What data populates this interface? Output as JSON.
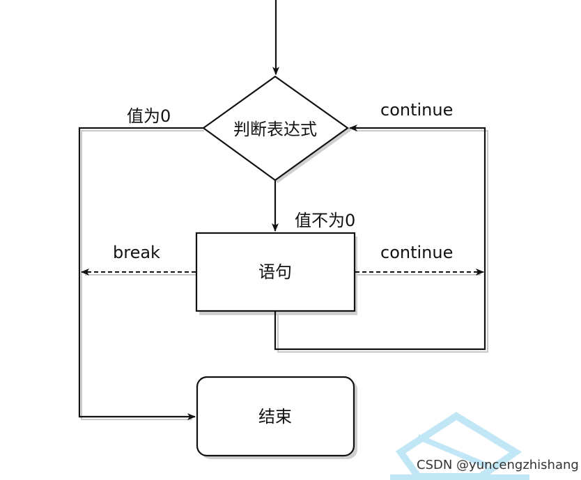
{
  "nodes": {
    "decision": "判断表达式",
    "statement": "语句",
    "end": "结束"
  },
  "edges": {
    "true_label": "值不为0",
    "false_label": "值为0",
    "continue_top": "continue",
    "continue_mid": "continue",
    "break": "break"
  },
  "watermark": "CSDN @yuncengzhishang",
  "colors": {
    "stroke": "#111111",
    "shadow": "#c8c8c8",
    "watermark_logo": "#8fd3ee"
  }
}
